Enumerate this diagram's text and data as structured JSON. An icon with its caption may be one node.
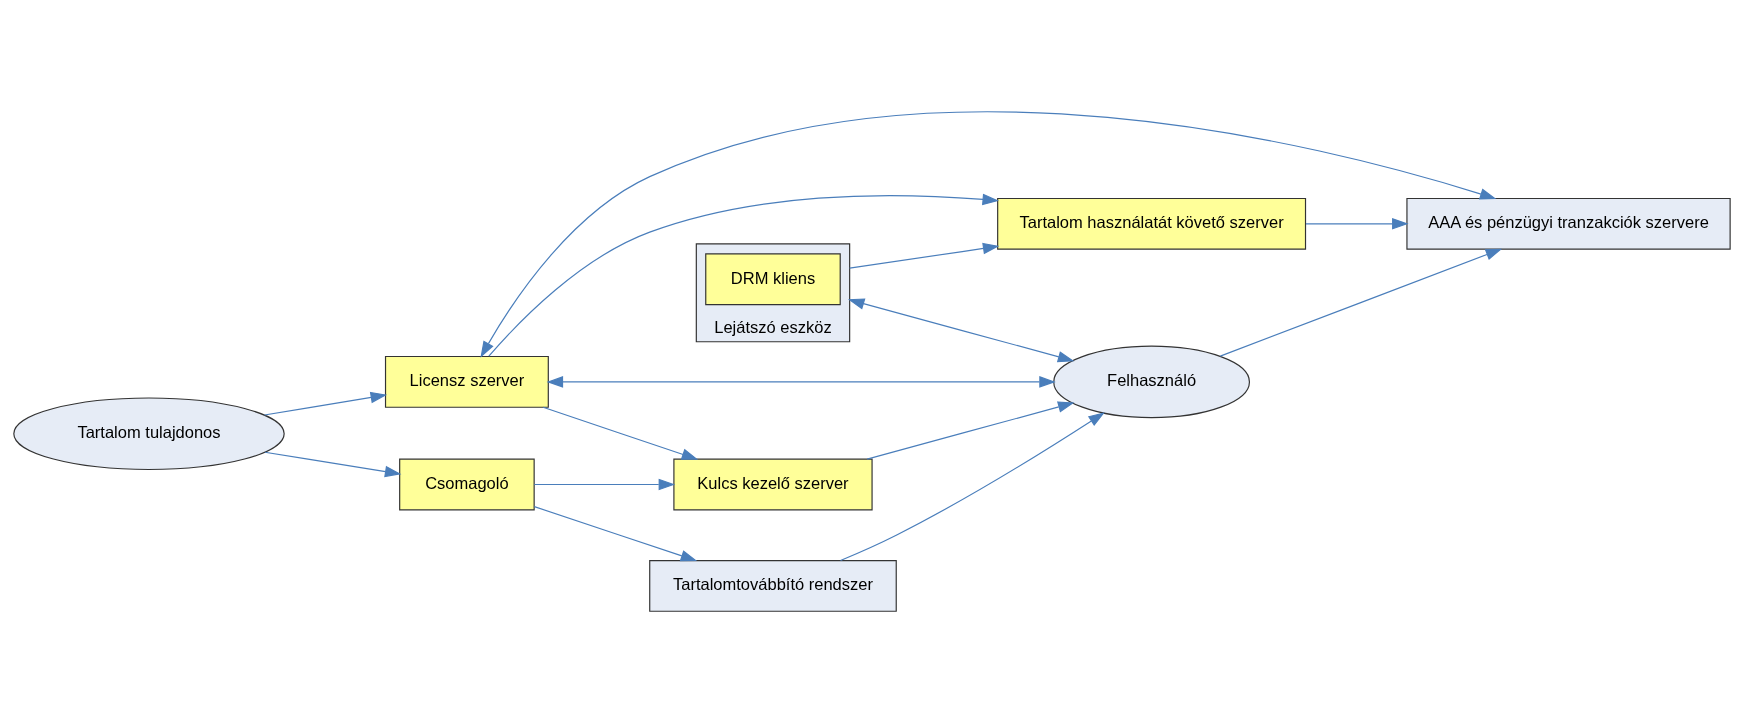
{
  "diagram": {
    "nodes": [
      {
        "text": [
          "Tartalom tulajdonos"
        ]
      },
      {
        "text": [
          "Licensz szerver"
        ]
      },
      {
        "text": [
          "Tartalom használatát követő szerver"
        ]
      },
      {
        "text": [
          "AAA és pénzügyi tranzakciók szervere"
        ]
      },
      {
        "text": [
          "Lejátszó eszköz"
        ]
      },
      {
        "text": [
          "DRM kliens"
        ],
        "in": 4
      },
      {
        "text": [
          "Kulcs kezelő szerver"
        ]
      },
      {
        "text": [
          "Felhasználó"
        ]
      },
      {
        "text": [
          "Csomagoló"
        ]
      },
      {
        "text": [
          "Tartalomtovábbító rendszer"
        ]
      }
    ],
    "edges": [
      {
        "from": 0,
        "to": 1,
        "arrow": "to"
      },
      {
        "from": 0,
        "to": 8,
        "arrow": "to"
      },
      {
        "from": 1,
        "to": 2,
        "arrow": "to"
      },
      {
        "from": 2,
        "to": 3,
        "arrow": "to"
      },
      {
        "from": 1,
        "to": 3,
        "arrow": "both"
      },
      {
        "from": 4,
        "to": 2,
        "arrow": "to"
      },
      {
        "from": 7,
        "to": 1,
        "arrow": "both"
      },
      {
        "from": 7,
        "to": 3,
        "arrow": "to"
      },
      {
        "from": 4,
        "to": 7,
        "arrow": "both"
      },
      {
        "from": 1,
        "to": 6,
        "arrow": "to"
      },
      {
        "from": 8,
        "to": 6,
        "arrow": "to"
      },
      {
        "from": 6,
        "to": 7,
        "arrow": "to"
      },
      {
        "from": 8,
        "to": 9,
        "arrow": "to"
      },
      {
        "from": 9,
        "to": 7,
        "arrow": "to"
      }
    ]
  }
}
